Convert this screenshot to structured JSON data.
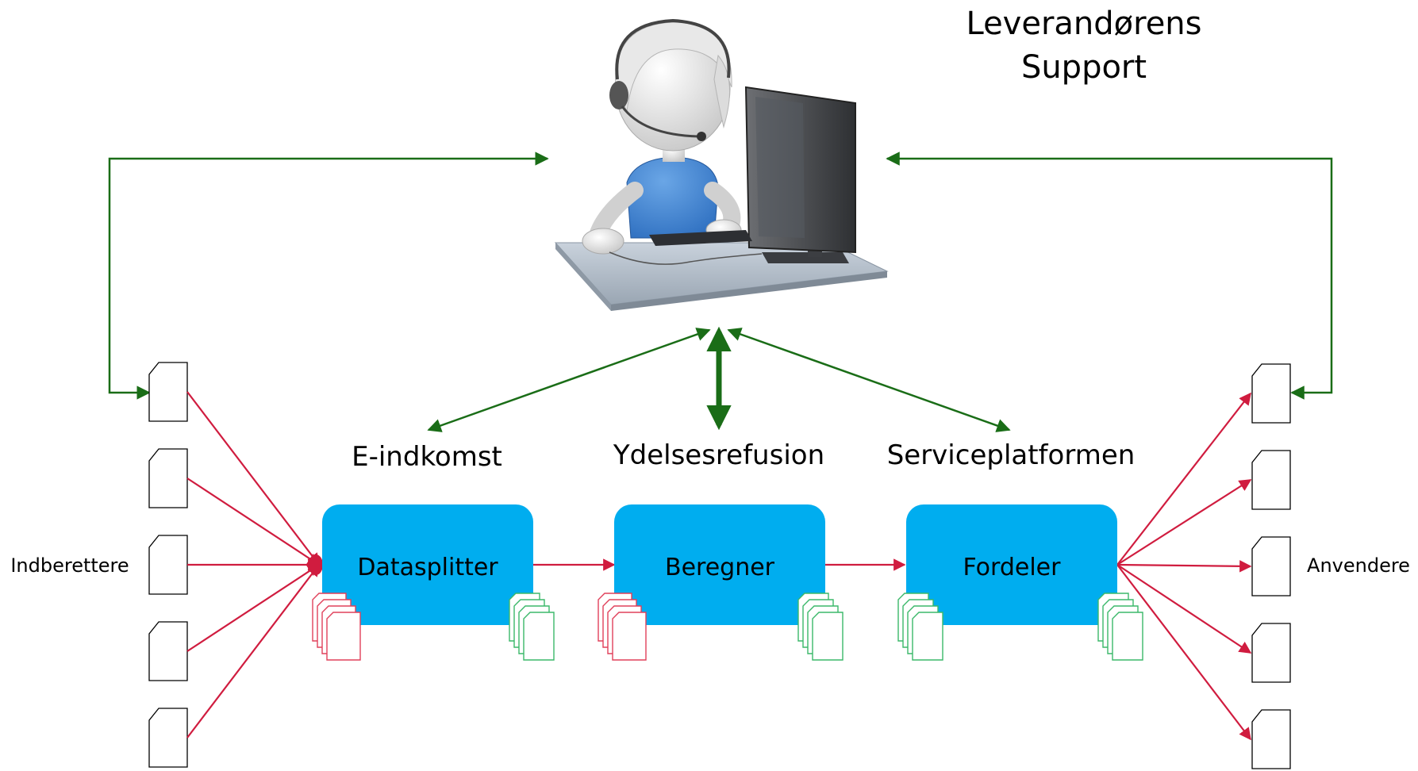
{
  "support": {
    "title_line1": "Leverandørens",
    "title_line2": "Support",
    "figure": "support-agent-at-computer"
  },
  "systems": {
    "e_indkomst": "E-indkomst",
    "ydelsesrefusion": "Ydelsesrefusion",
    "serviceplatformen": "Serviceplatformen"
  },
  "processes": {
    "datasplitter": "Datasplitter",
    "beregner": "Beregner",
    "fordeler": "Fordeler"
  },
  "actors": {
    "indberettere": "Indberettere",
    "anvendere": "Anvendere"
  },
  "colors": {
    "process_box": "#00adef",
    "flow_red": "#d01c3f",
    "support_green": "#1a6d17",
    "doc_red": "#e0405a",
    "doc_green": "#3bb86a"
  }
}
